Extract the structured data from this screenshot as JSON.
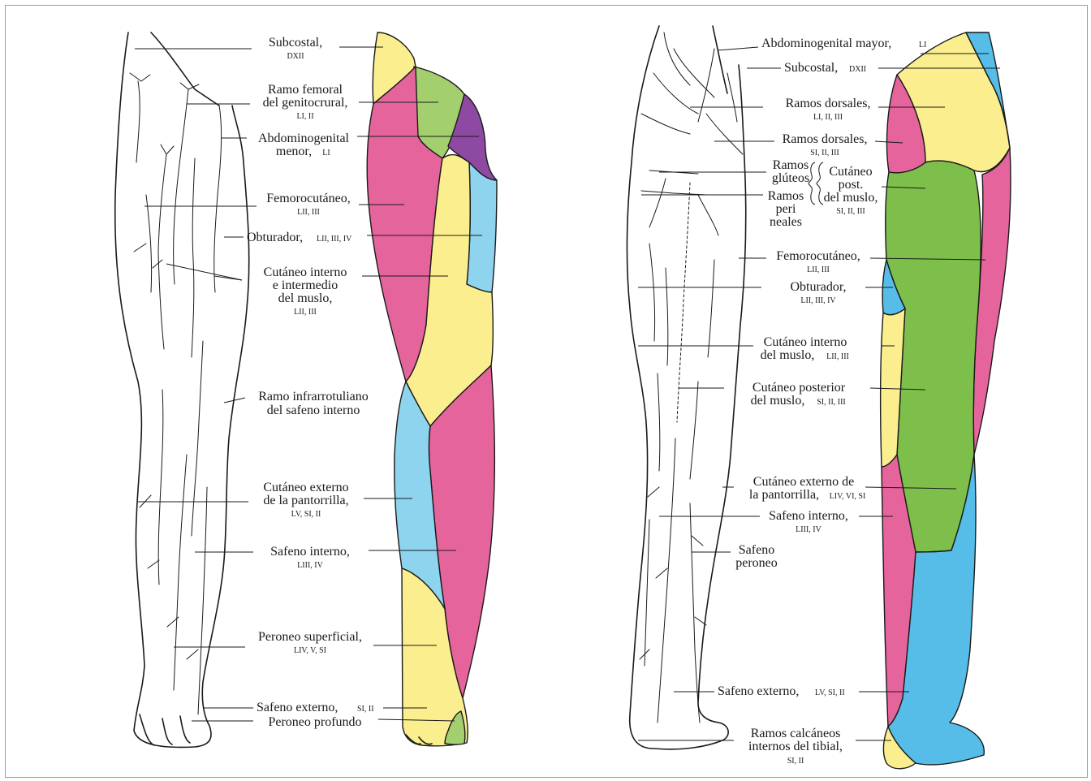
{
  "colors": {
    "pink": "#e5649c",
    "yellow": "#fbee8e",
    "green": "#7dbf4a",
    "light_green": "#a3cf6e",
    "blue": "#8fd4ee",
    "cyan": "#55bde8",
    "purple": "#8e4aa3",
    "border": "#4fb3e0"
  },
  "front": {
    "subcostal": {
      "name": "Subcostal,",
      "root": "DXII"
    },
    "genitofemoral": {
      "line1": "Ramo femoral",
      "line2": "del genitocrural,",
      "root": "LI, II"
    },
    "iliohypogastric": {
      "line1": "Abdominogenital",
      "line2": "menor,",
      "root": "LI"
    },
    "femorocutaneous": {
      "name": "Femorocutáneo,",
      "root": "LII, III"
    },
    "obturator": {
      "name": "Obturador,",
      "root": "LII, III, IV"
    },
    "cutaneous_internal": {
      "line1": "Cutáneo interno",
      "line2": "e intermedio",
      "line3": "del muslo,",
      "root": "LII, III"
    },
    "infrapatellar": {
      "line1": "Ramo infrarrotuliano",
      "line2": "del safeno interno"
    },
    "calf_external": {
      "line1": "Cutáneo externo",
      "line2": "de la pantorrilla,",
      "root": "LV, SI, II"
    },
    "saphenous": {
      "name": "Safeno interno,",
      "root": "LIII, IV"
    },
    "superficial_peroneal": {
      "name": "Peroneo superficial,",
      "root": "LIV, V, SI"
    },
    "sural": {
      "name": "Safeno externo,",
      "root": "SI, II"
    },
    "deep_peroneal": {
      "name": "Peroneo profundo"
    }
  },
  "back": {
    "iliohypogastric_major": {
      "name": "Abdominogenital mayor,",
      "root": "LI"
    },
    "subcostal": {
      "name": "Subcostal,",
      "root": "DXII"
    },
    "dorsal_l": {
      "name": "Ramos dorsales,",
      "root": "LI, II, III"
    },
    "dorsal_s": {
      "name": "Ramos dorsales,",
      "root": "SI, II, III"
    },
    "gluteal": {
      "line1": "Ramos",
      "line2": "glúteos"
    },
    "perineal": {
      "line1": "Ramos",
      "line2": "peri",
      "line3": "neales"
    },
    "posterior_cutaneous_group": {
      "line1": "Cutáneo",
      "line2": "post.",
      "line3": "del muslo,",
      "root": "SI, II, III"
    },
    "femorocutaneous": {
      "name": "Femorocutáneo,",
      "root": "LII, III"
    },
    "obturator": {
      "name": "Obturador,",
      "root": "LII, III, IV"
    },
    "cutaneous_internal": {
      "line1": "Cutáneo interno",
      "line2": "del muslo,",
      "root": "LII, III"
    },
    "cutaneous_posterior": {
      "line1": "Cutáneo posterior",
      "line2": "del muslo,",
      "root": "SI, II, III"
    },
    "calf_external": {
      "line1": "Cutáneo externo de",
      "line2": "la pantorrilla,",
      "root": "LIV, VI, SI"
    },
    "saphenous": {
      "name": "Safeno interno,",
      "root": "LIII, IV"
    },
    "peroneal_saphenous": {
      "line1": "Safeno",
      "line2": "peroneo"
    },
    "sural": {
      "name": "Safeno externo,",
      "root": "LV, SI, II"
    },
    "calcaneal": {
      "line1": "Ramos calcáneos",
      "line2": "internos del tibial,",
      "root": "SI, II"
    }
  }
}
